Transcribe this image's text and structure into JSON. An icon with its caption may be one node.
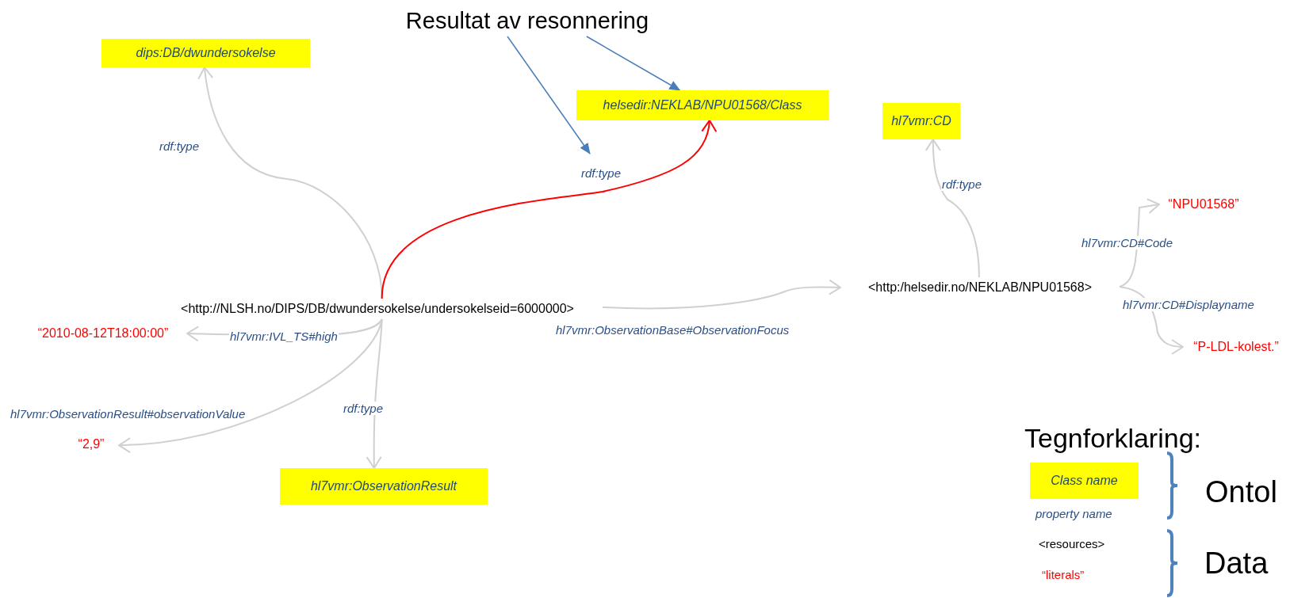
{
  "diagram": {
    "nodes": [
      {
        "text": [
          "Resultat av resonnering"
        ]
      },
      {
        "text": [
          "dips:DB/dwundersokelse"
        ]
      },
      {
        "text": [
          "helsedir:NEKLAB/NPU01568/Class"
        ]
      },
      {
        "text": [
          "hl7vmr:CD"
        ]
      },
      {
        "text": [
          "“NPU01568”"
        ]
      },
      {
        "text": [
          "<http://NLSH.no/DIPS/DB/dwundersokelse/undersokelseid=6000000>"
        ]
      },
      {
        "text": [
          "<http:/helsedir.no/NEKLAB/NPU01568>"
        ]
      },
      {
        "text": [
          "“P-LDL-kolest.”"
        ]
      },
      {
        "text": [
          "“2010-08-12T18:00:00”"
        ]
      },
      {
        "text": [
          "“2,9”"
        ]
      },
      {
        "text": [
          "hl7vmr:ObservationResult"
        ]
      },
      {
        "text": [
          "Class name"
        ]
      }
    ],
    "edges": [
      {
        "from": 0,
        "to": 2,
        "arrow": "to",
        "color": "#4a7ebb"
      },
      {
        "from": 0,
        "to": null,
        "arrow": "to",
        "color": "#4a7ebb"
      },
      {
        "from": 5,
        "to": 1,
        "arrow": "to",
        "label": "rdf:type"
      },
      {
        "from": 5,
        "to": 2,
        "arrow": "to",
        "label": "rdf:type",
        "color": "#ff0000"
      },
      {
        "from": 5,
        "to": 6,
        "arrow": "to",
        "label": "hl7vmr:ObservationBase#ObservationFocus"
      },
      {
        "from": 6,
        "to": 3,
        "arrow": "to",
        "label": "rdf:type"
      },
      {
        "from": 6,
        "to": 4,
        "arrow": "to",
        "label": "hl7vmr:CD#Code"
      },
      {
        "from": 6,
        "to": 7,
        "arrow": "to",
        "label": "hl7vmr:CD#Displayname"
      },
      {
        "from": 5,
        "to": 8,
        "arrow": "to",
        "label": "hl7vmr:IVL_TS#high"
      },
      {
        "from": 5,
        "to": 9,
        "arrow": "to",
        "label": "hl7vmr:ObservationResult#observationValue"
      },
      {
        "from": 5,
        "to": 10,
        "arrow": "to",
        "label": "rdf:type"
      }
    ],
    "labels": [
      "Tegnforklaring:",
      "property name",
      "<resources>",
      "“literals”",
      "Ontol",
      "Data"
    ]
  }
}
